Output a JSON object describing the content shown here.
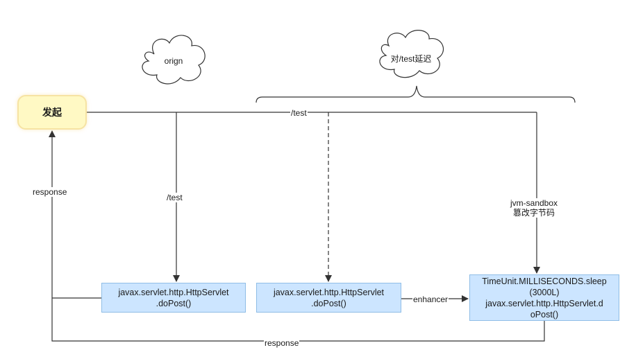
{
  "start": {
    "label": "发起"
  },
  "clouds": {
    "origin": "orign",
    "delay": "对/test延迟"
  },
  "boxes": {
    "origin": {
      "line1": "javax.servlet.http.HttpServlet",
      "line2": ".doPost()"
    },
    "delayed": {
      "line1": "javax.servlet.http.HttpServlet",
      "line2": ".doPost()"
    },
    "enhanced": {
      "line1": "TimeUnit.MILLISECONDS.sleep",
      "line2": "(3000L)",
      "line3": "javax.servlet.http.HttpServlet.d",
      "line4": "oPost()"
    }
  },
  "edge_labels": {
    "top_request": "/test",
    "origin_request": "/test",
    "response_left": "response",
    "response_bottom": "response",
    "enhancer": "enhancer",
    "sandbox_line1": "jvm-sandbox",
    "sandbox_line2": "篡改字节码"
  },
  "colors": {
    "start_fill": "#fff9c4",
    "start_border": "#f6e3a3",
    "box_fill": "#cce5ff",
    "box_border": "#8fbde6",
    "line": "#333333"
  }
}
